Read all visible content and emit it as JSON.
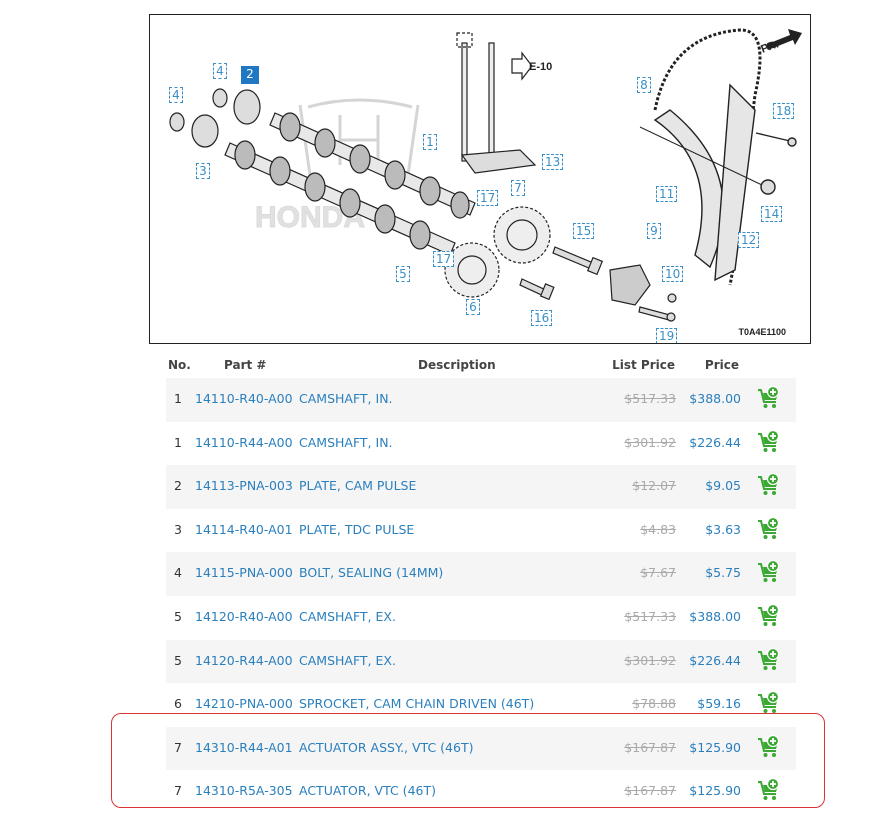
{
  "diagram": {
    "ref_label": "E-10",
    "front_label": "FR.",
    "code": "T0A4E1100",
    "selected_callout": "2",
    "callouts": [
      "4",
      "4",
      "2",
      "3",
      "1",
      "13",
      "17",
      "7",
      "17",
      "5",
      "6",
      "15",
      "16",
      "9",
      "10",
      "8",
      "18",
      "11",
      "14",
      "12",
      "19"
    ]
  },
  "table": {
    "headers": {
      "no": "No.",
      "part": "Part #",
      "desc": "Description",
      "list": "List Price",
      "price": "Price"
    },
    "rows": [
      {
        "no": "1",
        "part": "14110-R40-A00",
        "desc": "CAMSHAFT, IN.",
        "list": "$517.33",
        "price": "$388.00"
      },
      {
        "no": "1",
        "part": "14110-R44-A00",
        "desc": "CAMSHAFT, IN.",
        "list": "$301.92",
        "price": "$226.44"
      },
      {
        "no": "2",
        "part": "14113-PNA-003",
        "desc": "PLATE, CAM PULSE",
        "list": "$12.07",
        "price": "$9.05"
      },
      {
        "no": "3",
        "part": "14114-R40-A01",
        "desc": "PLATE, TDC PULSE",
        "list": "$4.83",
        "price": "$3.63"
      },
      {
        "no": "4",
        "part": "14115-PNA-000",
        "desc": "BOLT, SEALING (14MM)",
        "list": "$7.67",
        "price": "$5.75"
      },
      {
        "no": "5",
        "part": "14120-R40-A00",
        "desc": "CAMSHAFT, EX.",
        "list": "$517.33",
        "price": "$388.00"
      },
      {
        "no": "5",
        "part": "14120-R44-A00",
        "desc": "CAMSHAFT, EX.",
        "list": "$301.92",
        "price": "$226.44"
      },
      {
        "no": "6",
        "part": "14210-PNA-000",
        "desc": "SPROCKET, CAM CHAIN DRIVEN (46T)",
        "list": "$78.88",
        "price": "$59.16"
      },
      {
        "no": "7",
        "part": "14310-R44-A01",
        "desc": "ACTUATOR ASSY., VTC (46T)",
        "list": "$167.87",
        "price": "$125.90"
      },
      {
        "no": "7",
        "part": "14310-R5A-305",
        "desc": "ACTUATOR, VTC (46T)",
        "list": "$167.87",
        "price": "$125.90"
      }
    ]
  },
  "colors": {
    "link": "#2a7fbd",
    "cart": "#3aa832",
    "highlight": "#d33333",
    "selected": "#1f78c1"
  }
}
